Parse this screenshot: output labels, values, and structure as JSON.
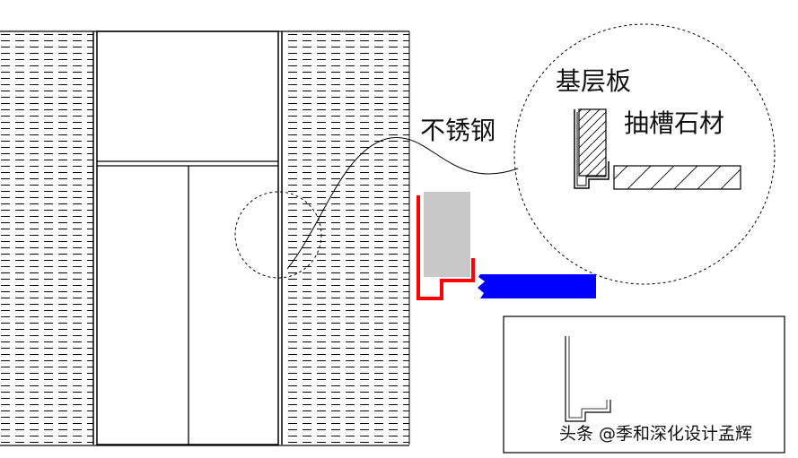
{
  "labels": {
    "base_board": "基层板",
    "slotted_stone": "抽槽石材",
    "stainless_steel": "不锈钢"
  },
  "watermark": "头条 @季和深化设计孟辉",
  "colors": {
    "line": "#000000",
    "stainless": "#ff0000",
    "stone": "#0000ff",
    "board": "#c8c8c8"
  }
}
